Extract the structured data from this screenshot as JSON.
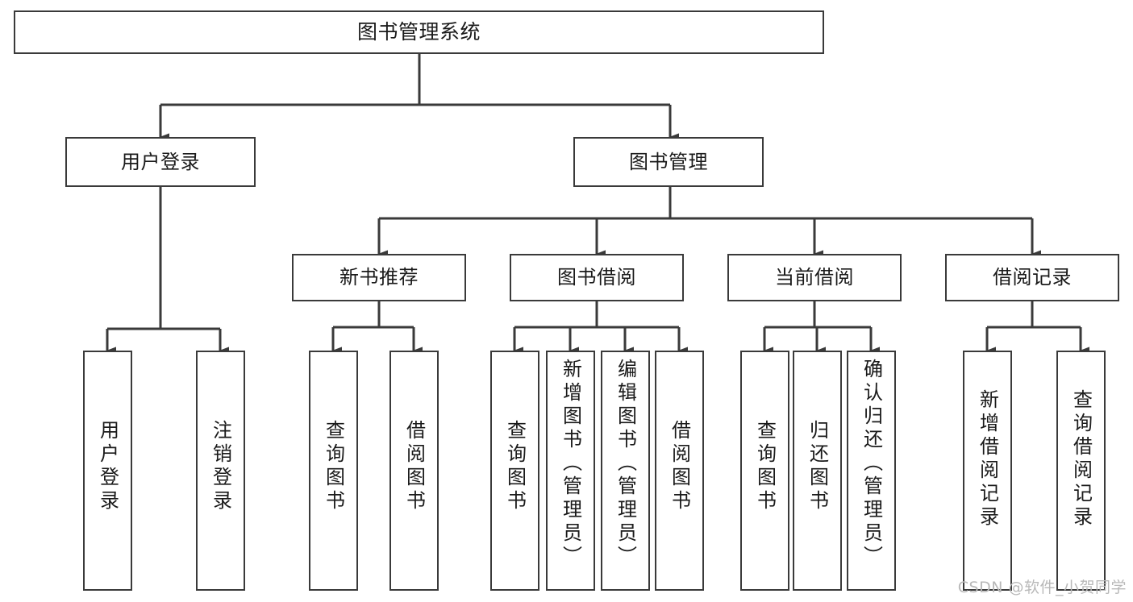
{
  "diagram": {
    "type": "tree-hierarchy-chart",
    "title": "图书管理系统",
    "stroke_color": "#3a3a3a",
    "fill_color": "#ffffff",
    "text_color": "#1a1a1a",
    "nodes": {
      "root": {
        "label": "图书管理系统",
        "level": 1
      },
      "user_login": {
        "label": "用户登录",
        "level": 2
      },
      "book_manage": {
        "label": "图书管理",
        "level": 2
      },
      "new_book_rec": {
        "label": "新书推荐",
        "level": 3
      },
      "book_borrow": {
        "label": "图书借阅",
        "level": 3
      },
      "current_borrow": {
        "label": "当前借阅",
        "level": 3
      },
      "borrow_record": {
        "label": "借阅记录",
        "level": 3
      },
      "leaf_user_login": {
        "label": "用户登录",
        "level": 4
      },
      "leaf_logout": {
        "label": "注销登录",
        "level": 4
      },
      "leaf_query_book_1": {
        "label": "查询图书",
        "level": 4
      },
      "leaf_borrow_book_1": {
        "label": "借阅图书",
        "level": 4
      },
      "leaf_query_book_2": {
        "label": "查询图书",
        "level": 4
      },
      "leaf_add_book": {
        "label": "新增图书（管理员）",
        "level": 4
      },
      "leaf_edit_book": {
        "label": "编辑图书（管理员）",
        "level": 4
      },
      "leaf_borrow_book_2": {
        "label": "借阅图书",
        "level": 4
      },
      "leaf_query_book_3": {
        "label": "查询图书",
        "level": 4
      },
      "leaf_return_book": {
        "label": "归还图书",
        "level": 4
      },
      "leaf_confirm_return": {
        "label": "确认归还（管理员）",
        "level": 4
      },
      "leaf_add_record": {
        "label": "新增借阅记录",
        "level": 4
      },
      "leaf_query_record": {
        "label": "查询借阅记录",
        "level": 4
      }
    },
    "edges": [
      {
        "from": "root",
        "to": "user_login"
      },
      {
        "from": "root",
        "to": "book_manage"
      },
      {
        "from": "user_login",
        "to": "leaf_user_login"
      },
      {
        "from": "user_login",
        "to": "leaf_logout"
      },
      {
        "from": "book_manage",
        "to": "new_book_rec"
      },
      {
        "from": "book_manage",
        "to": "book_borrow"
      },
      {
        "from": "book_manage",
        "to": "current_borrow"
      },
      {
        "from": "book_manage",
        "to": "borrow_record"
      },
      {
        "from": "new_book_rec",
        "to": "leaf_query_book_1"
      },
      {
        "from": "new_book_rec",
        "to": "leaf_borrow_book_1"
      },
      {
        "from": "book_borrow",
        "to": "leaf_query_book_2"
      },
      {
        "from": "book_borrow",
        "to": "leaf_add_book"
      },
      {
        "from": "book_borrow",
        "to": "leaf_edit_book"
      },
      {
        "from": "book_borrow",
        "to": "leaf_borrow_book_2"
      },
      {
        "from": "current_borrow",
        "to": "leaf_query_book_3"
      },
      {
        "from": "current_borrow",
        "to": "leaf_return_book"
      },
      {
        "from": "current_borrow",
        "to": "leaf_confirm_return"
      },
      {
        "from": "borrow_record",
        "to": "leaf_add_record"
      },
      {
        "from": "borrow_record",
        "to": "leaf_query_record"
      }
    ]
  },
  "watermark": {
    "text": "CSDN @软件_小贺同学",
    "color": "#b9b9b9"
  }
}
